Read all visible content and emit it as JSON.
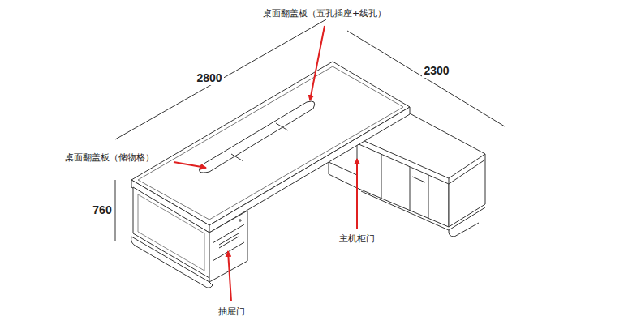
{
  "diagram": {
    "labels": [
      "桌面翻盖板（五孔插座+线孔）",
      "2800",
      "2300",
      "桌面翻盖板（储物格）",
      "760",
      "主机柜门",
      "抽屉门"
    ]
  }
}
